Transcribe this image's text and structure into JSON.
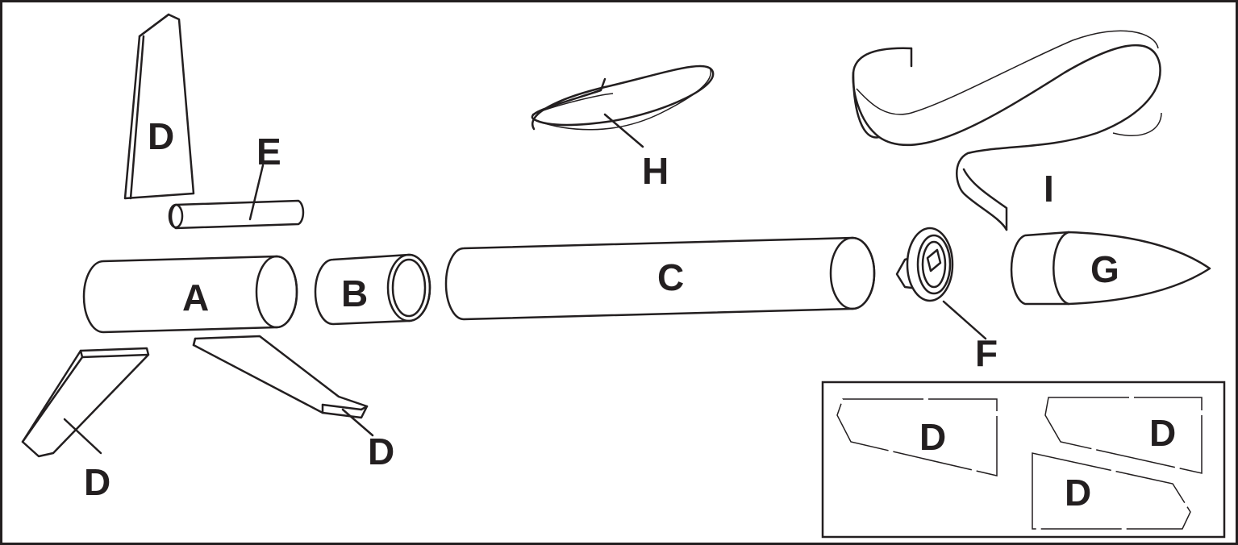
{
  "labels": {
    "body_tube_a": "A",
    "coupler_b": "B",
    "body_tube_c": "C",
    "fin": "D",
    "launch_lug_e": "E",
    "engine_block_f": "F",
    "nose_cone_g": "G",
    "shock_cord_h": "H",
    "streamer_i": "I"
  },
  "inset": {
    "fin_labels": [
      "D",
      "D",
      "D"
    ]
  },
  "colors": {
    "ink": "#231f20",
    "background": "#ffffff"
  }
}
